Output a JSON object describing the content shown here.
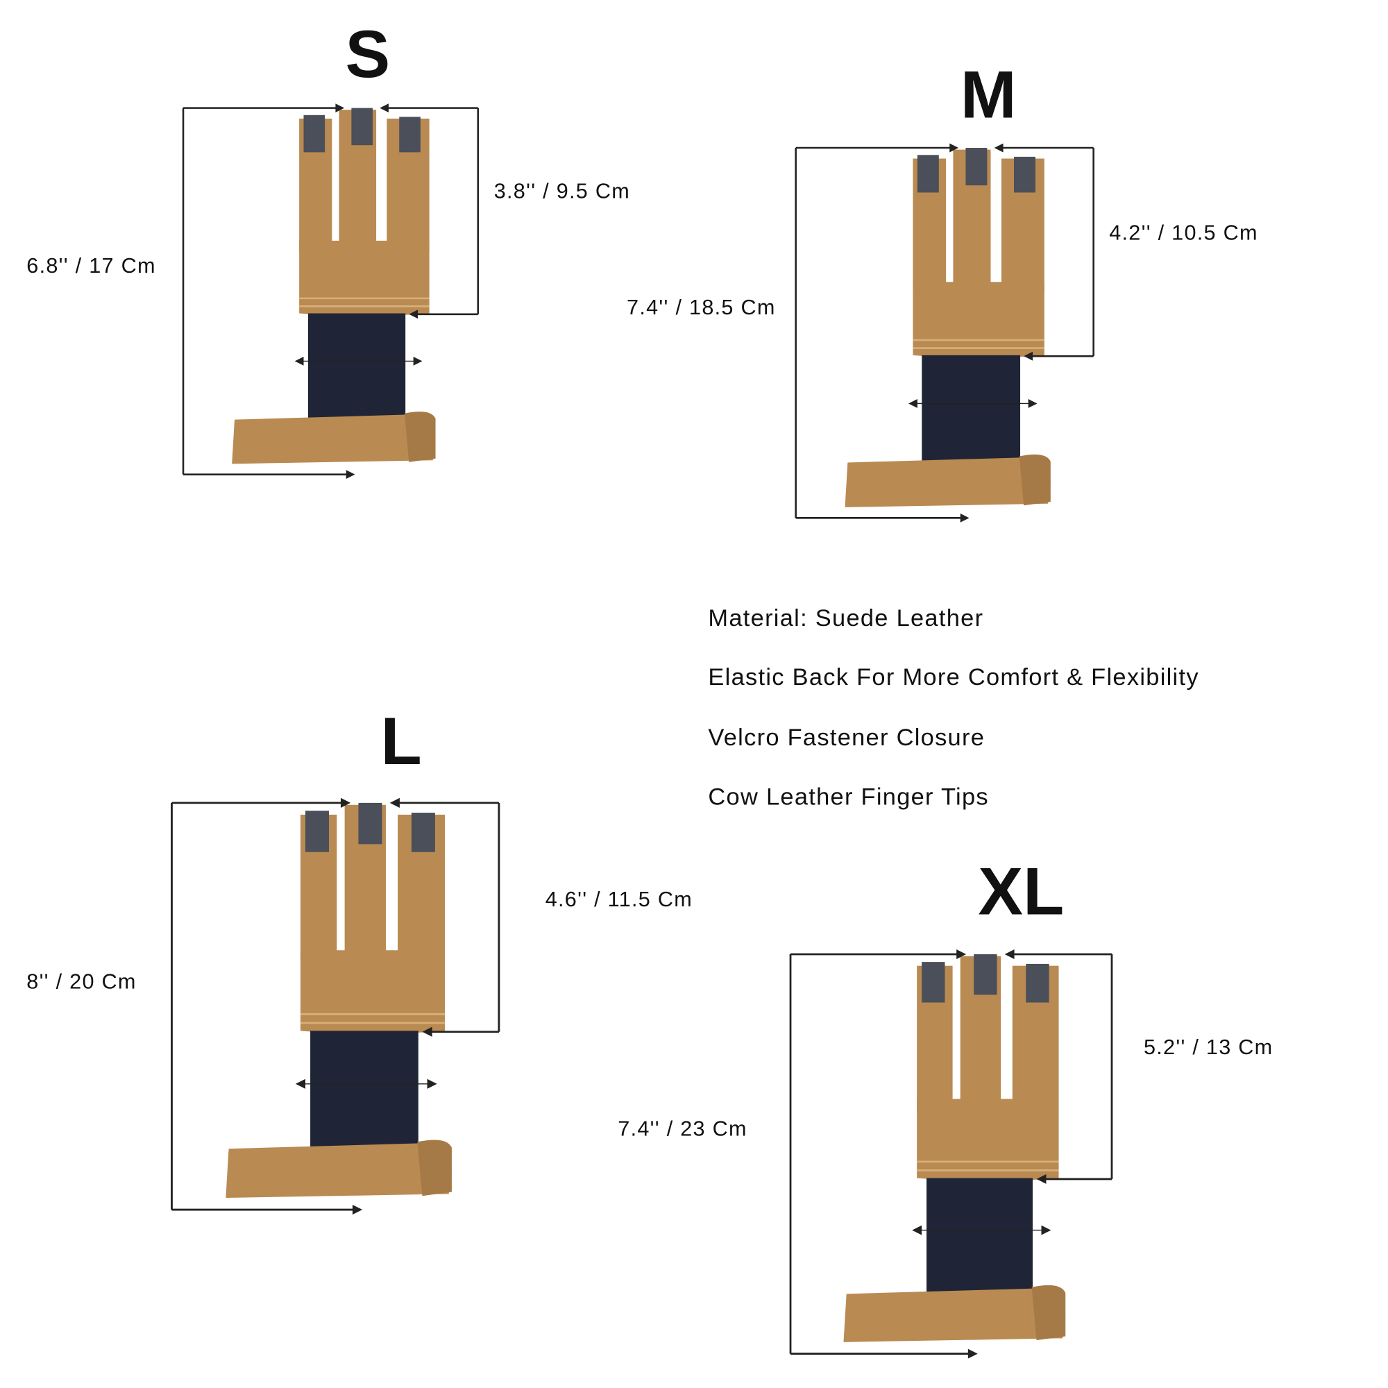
{
  "sizes": [
    {
      "label": "S",
      "length": "6.8'' / 17 Cm",
      "finger": "3.8'' / 9.5 Cm"
    },
    {
      "label": "M",
      "length": "7.4'' / 18.5 Cm",
      "finger": "4.2'' / 10.5 Cm"
    },
    {
      "label": "L",
      "length": "8'' / 20 Cm",
      "finger": "4.6'' / 11.5 Cm"
    },
    {
      "label": "XL",
      "length": "7.4'' / 23 Cm",
      "finger": "5.2'' / 13 Cm"
    }
  ],
  "features": [
    "Material: Suede Leather",
    "Elastic Back For More Comfort & Flexibility",
    "Velcro Fastener Closure",
    "Cow Leather Finger Tips"
  ],
  "colors": {
    "leather": "#b98a52",
    "elastic": "#1f2536",
    "tip": "#4a4f5a",
    "line": "#222222"
  }
}
